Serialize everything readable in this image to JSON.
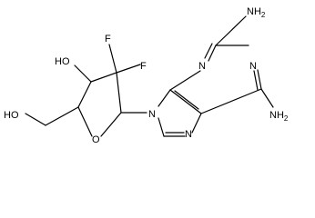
{
  "molecule": {
    "atom_labels": {
      "oh_top": "HO",
      "oh_side": "HO",
      "ring_o": "O",
      "f1": "F",
      "f2": "F",
      "n9": "N",
      "n7": "N",
      "n3": "N",
      "n1": "N",
      "nh2_top": "NH",
      "nh2_bottom": "NH",
      "sub2": "2"
    }
  }
}
